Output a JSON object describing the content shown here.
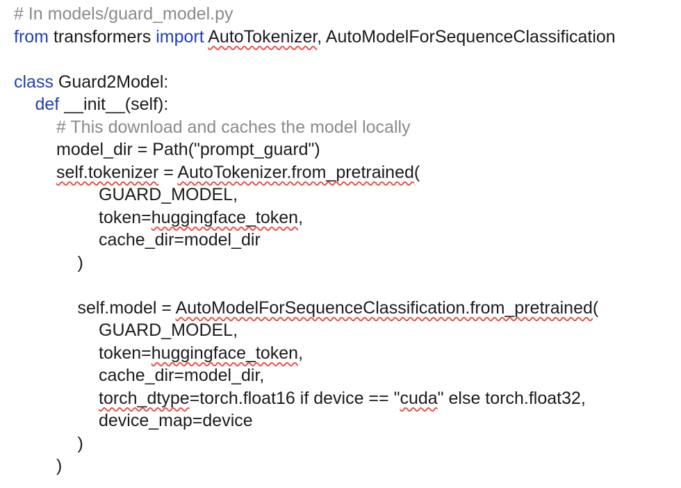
{
  "lines": [
    {
      "indent": 0,
      "segments": [
        {
          "t": "# In models/guard_model.py",
          "c": "comment"
        }
      ]
    },
    {
      "indent": 0,
      "segments": [
        {
          "t": "from",
          "c": "kw"
        },
        {
          "t": " transformers ",
          "c": ""
        },
        {
          "t": "import",
          "c": "kw"
        },
        {
          "t": " ",
          "c": ""
        },
        {
          "t": "AutoTokenizer",
          "c": "sp"
        },
        {
          "t": ", AutoModelForSequenceClassification",
          "c": ""
        }
      ]
    },
    {
      "indent": 0,
      "segments": []
    },
    {
      "indent": 0,
      "segments": [
        {
          "t": "class",
          "c": "kw"
        },
        {
          "t": " Guard2Model:",
          "c": ""
        }
      ]
    },
    {
      "indent": 1,
      "segments": [
        {
          "t": "def",
          "c": "kw"
        },
        {
          "t": " __init__(self):",
          "c": ""
        }
      ]
    },
    {
      "indent": 2,
      "segments": [
        {
          "t": "# This download and caches the model locally",
          "c": "comment"
        }
      ]
    },
    {
      "indent": 2,
      "segments": [
        {
          "t": "model_dir = Path(\"prompt_guard\")",
          "c": ""
        }
      ]
    },
    {
      "indent": 2,
      "segments": [
        {
          "t": "self.tokenizer",
          "c": "sp"
        },
        {
          "t": " = ",
          "c": ""
        },
        {
          "t": "AutoTokenizer.from_pretrained",
          "c": "sp"
        },
        {
          "t": "(",
          "c": ""
        }
      ]
    },
    {
      "indent": 4,
      "segments": [
        {
          "t": "GUARD_MODEL,",
          "c": ""
        }
      ]
    },
    {
      "indent": 4,
      "segments": [
        {
          "t": "token=",
          "c": ""
        },
        {
          "t": "huggingface_token",
          "c": "sp"
        },
        {
          "t": ",",
          "c": ""
        }
      ]
    },
    {
      "indent": 4,
      "segments": [
        {
          "t": "cache_dir=model_dir",
          "c": ""
        }
      ]
    },
    {
      "indent": 3,
      "segments": [
        {
          "t": ")",
          "c": ""
        }
      ]
    },
    {
      "indent": 0,
      "segments": []
    },
    {
      "indent": 3,
      "segments": [
        {
          "t": "self.model = ",
          "c": ""
        },
        {
          "t": "AutoModelForSequenceClassification.from_pretrained",
          "c": "sp"
        },
        {
          "t": "(",
          "c": ""
        }
      ]
    },
    {
      "indent": 4,
      "segments": [
        {
          "t": "GUARD_MODEL,",
          "c": ""
        }
      ]
    },
    {
      "indent": 4,
      "segments": [
        {
          "t": "token=",
          "c": ""
        },
        {
          "t": "huggingface_token",
          "c": "sp"
        },
        {
          "t": ",",
          "c": ""
        }
      ]
    },
    {
      "indent": 4,
      "segments": [
        {
          "t": "cache_dir=model_dir,",
          "c": ""
        }
      ]
    },
    {
      "indent": 4,
      "segments": [
        {
          "t": "torch_dtype",
          "c": "sp"
        },
        {
          "t": "=torch.float16 if device == \"",
          "c": ""
        },
        {
          "t": "cuda",
          "c": "sp"
        },
        {
          "t": "\" else torch.float32,",
          "c": ""
        }
      ]
    },
    {
      "indent": 4,
      "segments": [
        {
          "t": "device_map=device",
          "c": ""
        }
      ]
    },
    {
      "indent": 3,
      "segments": [
        {
          "t": ")",
          "c": ""
        }
      ]
    },
    {
      "indent": 2,
      "segments": [
        {
          "t": ")",
          "c": ""
        }
      ]
    }
  ]
}
